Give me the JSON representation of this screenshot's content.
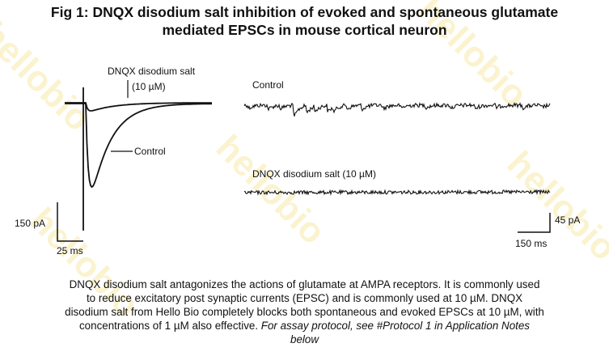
{
  "title_line1": "Fig 1: DNQX disodium salt inhibition of evoked and spontaneous glutamate",
  "title_line2": "mediated EPSCs in mouse cortical neuron",
  "watermark_text": "hellobio",
  "chart_data": [
    {
      "type": "line",
      "panel": "evoked EPSC traces",
      "series": [
        {
          "name": "DNQX disodium salt (10 µM)",
          "peak_pA": -30
        },
        {
          "name": "Control",
          "peak_pA": -330
        }
      ],
      "annotations": {
        "dnqx_label_line1": "DNQX disodium salt",
        "dnqx_label_line2": "(10 µM)",
        "control_label": "Control"
      },
      "scale_bar": {
        "y_value": 150,
        "y_label": "150 pA",
        "x_value": 25,
        "x_label": "25 ms"
      },
      "colors": {
        "trace": "#111111"
      }
    },
    {
      "type": "line",
      "panel": "spontaneous EPSC traces",
      "series": [
        {
          "name": "Control",
          "events": "multiple spontaneous inward currents, largest ~ -40 pA"
        },
        {
          "name": "DNQX disodium salt (10 µM)",
          "events": "none"
        }
      ],
      "trace_labels": {
        "control": "Control",
        "dnqx": "DNQX disodium salt (10 µM)"
      },
      "scale_bar": {
        "y_value": 45,
        "y_label": "45 pA",
        "x_value": 150,
        "x_label": "150 ms"
      },
      "colors": {
        "trace": "#111111"
      }
    }
  ],
  "caption": {
    "line1": "DNQX disodium salt antagonizes the actions of glutamate at AMPA receptors. It is commonly used",
    "line2": "to reduce excitatory post synaptic currents (EPSC) and is commonly used at 10 µM. DNQX",
    "line3": "disodium salt from Hello Bio completely blocks both spontaneous and evoked EPSCs at 10 µM, with",
    "line4_normal": "concentrations of 1 µM also effective. ",
    "line4_italic": "For assay protocol, see #Protocol 1 in Application Notes",
    "line5_italic": "below"
  }
}
